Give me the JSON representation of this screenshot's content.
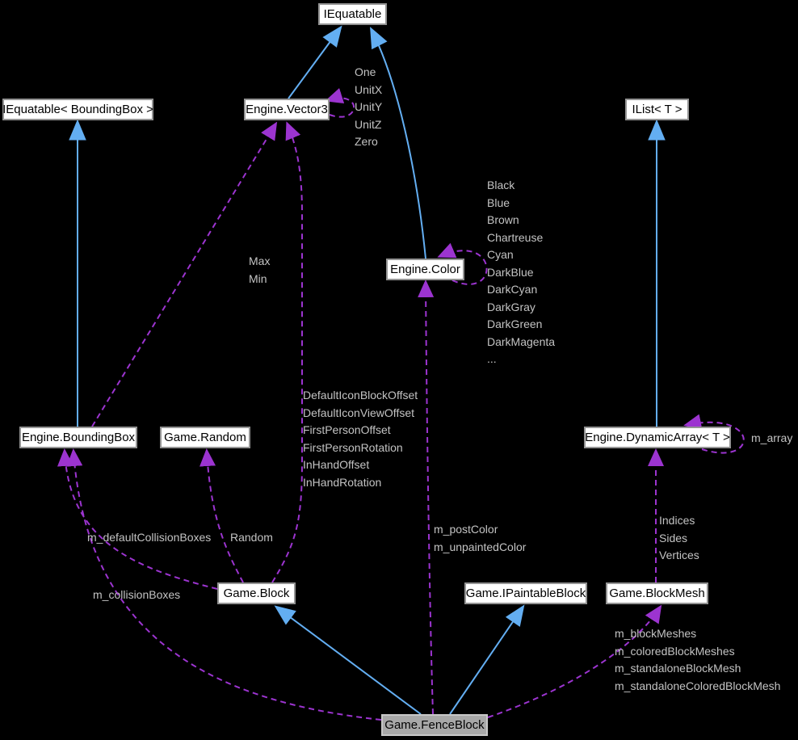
{
  "diagram": {
    "kind": "collaboration-diagram",
    "focus_node": "Game.FenceBlock"
  },
  "colors": {
    "background": "#000000",
    "node_fill": "#ffffff",
    "node_border": "#949494",
    "node_text": "#000000",
    "highlight_node_fill": "#a8a8a8",
    "highlight_node_border": "#c8c8c8",
    "inheritance_edge": "#63aef2",
    "usage_edge": "#9c34d0",
    "edge_label_text": "#c3c3c3"
  },
  "nodes": [
    {
      "id": "iequatable",
      "label": "IEquatable"
    },
    {
      "id": "iequatable-bb",
      "label": "IEquatable< BoundingBox >"
    },
    {
      "id": "vector3",
      "label": "Engine.Vector3"
    },
    {
      "id": "ilist",
      "label": "IList< T >"
    },
    {
      "id": "color",
      "label": "Engine.Color"
    },
    {
      "id": "boundingbox",
      "label": "Engine.BoundingBox"
    },
    {
      "id": "random",
      "label": "Game.Random"
    },
    {
      "id": "dynamicarray",
      "label": "Engine.DynamicArray< T >"
    },
    {
      "id": "block",
      "label": "Game.Block"
    },
    {
      "id": "ipaintableblock",
      "label": "Game.IPaintableBlock"
    },
    {
      "id": "blockmesh",
      "label": "Game.BlockMesh"
    },
    {
      "id": "fenceblock",
      "label": "Game.FenceBlock"
    }
  ],
  "labels": {
    "vector3_members": {
      "lines": [
        "One",
        "UnitX",
        "UnitY",
        "UnitZ",
        "Zero"
      ]
    },
    "color_members": {
      "lines": [
        "Black",
        "Blue",
        "Brown",
        "Chartreuse",
        "Cyan",
        "DarkBlue",
        "DarkCyan",
        "DarkGray",
        "DarkGreen",
        "DarkMagenta",
        "..."
      ]
    },
    "boundingbox_vector3": {
      "lines": [
        "Max",
        "Min"
      ]
    },
    "block_vector3": {
      "lines": [
        "DefaultIconBlockOffset",
        "DefaultIconViewOffset",
        "FirstPersonOffset",
        "FirstPersonRotation",
        "InHandOffset",
        "InHandRotation"
      ]
    },
    "block_boundingbox": {
      "lines": [
        "m_defaultCollisionBoxes"
      ]
    },
    "block_random": {
      "lines": [
        "Random"
      ]
    },
    "fenceblock_boundingbox": {
      "lines": [
        "m_collisionBoxes"
      ]
    },
    "fenceblock_color": {
      "lines": [
        "m_postColor",
        "m_unpaintedColor"
      ]
    },
    "blockmesh_dynamicarray": {
      "lines": [
        "Indices",
        "Sides",
        "Vertices"
      ]
    },
    "dynamicarray_self": {
      "lines": [
        "m_array"
      ]
    },
    "fenceblock_blockmesh": {
      "lines": [
        "m_blockMeshes",
        "m_coloredBlockMeshes",
        "m_standaloneBlockMesh",
        "m_standaloneColoredBlockMesh"
      ]
    }
  }
}
